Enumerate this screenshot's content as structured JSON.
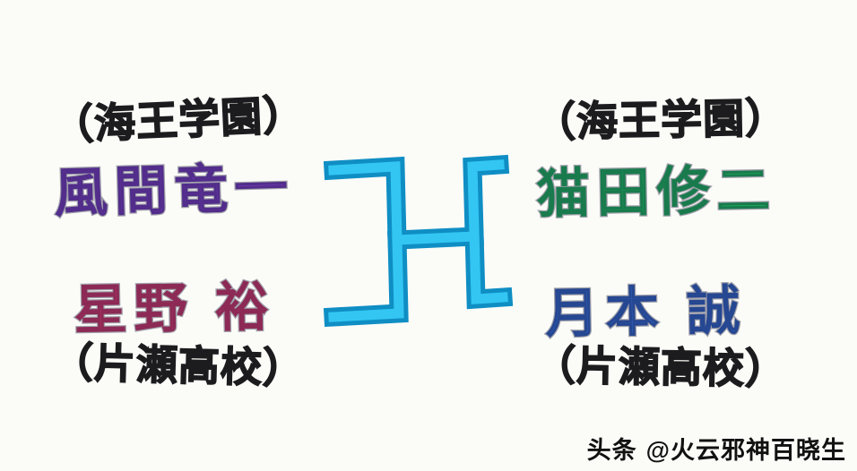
{
  "background": "#fbfbf8",
  "bracket": {
    "color": "#33c6f2",
    "outline": "#0f8ec4"
  },
  "matchups": {
    "top_left": {
      "school": "（海王学園）",
      "name": "風間竜一",
      "color": "#7b3fc6"
    },
    "top_right": {
      "school": "（海王学園）",
      "name": "猫田修二",
      "color": "#1fbd62"
    },
    "bottom_left": {
      "name": "星野 裕",
      "school": "（片瀬高校）",
      "color": "#d93a6e"
    },
    "bottom_right": {
      "name": "月本 誠",
      "school": "（片瀬高校）",
      "color": "#3569cf"
    }
  },
  "watermark": {
    "brand": "头条",
    "handle": "@火云邪神百晓生"
  }
}
